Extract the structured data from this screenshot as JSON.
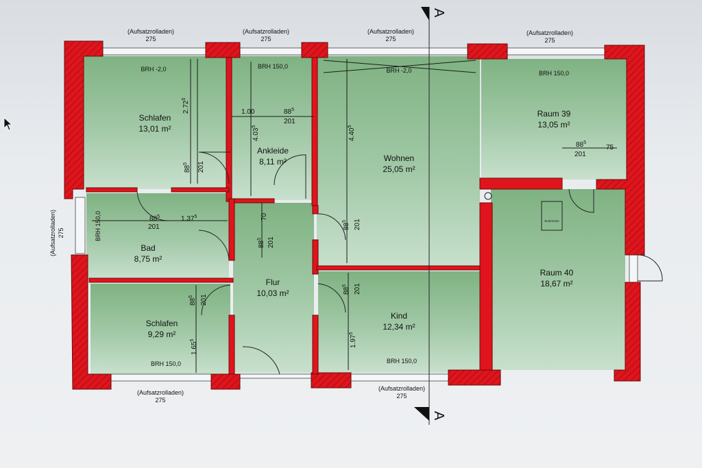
{
  "rooms": {
    "schlafen_top": {
      "name": "Schlafen",
      "area": "13,01 m²"
    },
    "ankleide": {
      "name": "Ankleide",
      "area": "8,11 m²"
    },
    "wohnen": {
      "name": "Wohnen",
      "area": "25,05 m²"
    },
    "raum39": {
      "name": "Raum 39",
      "area": "13,05 m²"
    },
    "bad": {
      "name": "Bad",
      "area": "8,75 m²"
    },
    "flur": {
      "name": "Flur",
      "area": "10,03 m²"
    },
    "raum40": {
      "name": "Raum 40",
      "area": "18,67 m²"
    },
    "kind": {
      "name": "Kind",
      "area": "12,34 m²"
    },
    "schlafen_bottom": {
      "name": "Schlafen",
      "area": "9,29 m²"
    }
  },
  "windows": {
    "label": "(Aufsatzrolladen)",
    "width": "275"
  },
  "brh": {
    "m20_a": "BRH -2,0",
    "m20_b": "BRH -2,0",
    "b150_ankleide": "BRH 150,0",
    "b150_raum39": "BRH 150,0",
    "b150_bad": "BRH 150,0",
    "b150_schlafen": "BRH 150,0",
    "b150_kind": "BRH 150,0"
  },
  "dims": {
    "d272": "2.72",
    "d272_sup": "5",
    "d100": "1.00",
    "d885": "88",
    "d885_sup": "5",
    "d201": "201",
    "d4035": "4.03",
    "d4035_sup": "5",
    "d440": "4.40",
    "d440_sup": "5",
    "d75": "75",
    "d1375": "1.37",
    "d1375_sup": "5",
    "d70": "70",
    "d165": "1.65",
    "d165_sup": "5",
    "d1975": "1.97",
    "d1975_sup": "5"
  },
  "section_marker": "A",
  "bodenluke": "Bodenluke",
  "colors": {
    "wall": "#e0141c",
    "room_fill_top": "#7fb282",
    "room_fill_bottom": "#c2ddc8"
  },
  "cursor_icon": "arrow-cursor-icon"
}
